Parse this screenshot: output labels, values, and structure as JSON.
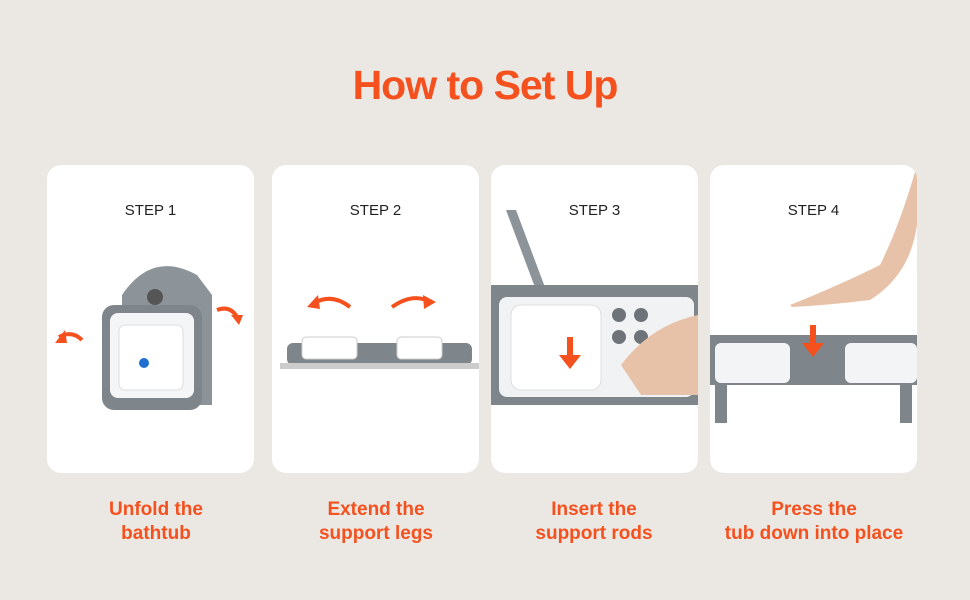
{
  "title": "How to Set Up",
  "accent_color": "#f4511e",
  "steps": [
    {
      "label": "STEP 1",
      "caption_line1": "Unfold the",
      "caption_line2": "bathtub"
    },
    {
      "label": "STEP 2",
      "caption_line1": "Extend the",
      "caption_line2": "support legs"
    },
    {
      "label": "STEP 3",
      "caption_line1": "Insert the",
      "caption_line2": "support rods"
    },
    {
      "label": "STEP 4",
      "caption_line1": "Press the",
      "caption_line2": "tub down into place"
    }
  ]
}
